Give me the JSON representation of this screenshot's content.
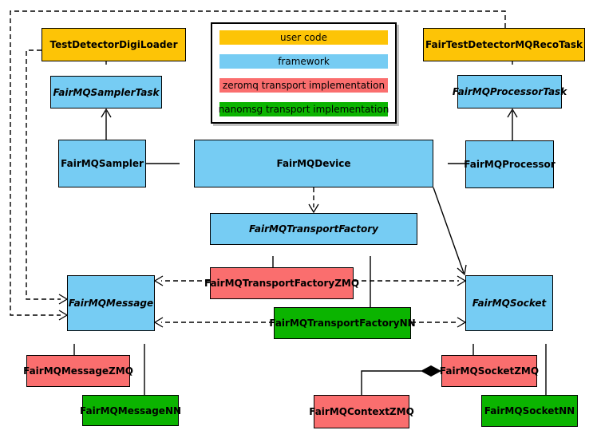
{
  "legend": {
    "items": [
      {
        "label": "user code",
        "color": "#fdc406"
      },
      {
        "label": "framework",
        "color": "#76ccf3"
      },
      {
        "label": "zeromq transport implementation",
        "color": "#fa6e6e"
      },
      {
        "label": "nanomsg transport implementation",
        "color": "#0bb400"
      }
    ]
  },
  "nodes": {
    "testDetectorDigiLoader": {
      "label": "TestDetectorDigiLoader",
      "category": "user code"
    },
    "fairTestDetectorMQRecoTask": {
      "label": "FairTestDetectorMQRecoTask",
      "category": "user code"
    },
    "fairMQSamplerTask": {
      "label": "FairMQSamplerTask",
      "category": "framework",
      "abstract": true
    },
    "fairMQProcessorTask": {
      "label": "FairMQProcessorTask",
      "category": "framework",
      "abstract": true
    },
    "fairMQSampler": {
      "label": "FairMQSampler",
      "category": "framework"
    },
    "fairMQDevice": {
      "label": "FairMQDevice",
      "category": "framework"
    },
    "fairMQProcessor": {
      "label": "FairMQProcessor",
      "category": "framework"
    },
    "fairMQTransportFactory": {
      "label": "FairMQTransportFactory",
      "category": "framework",
      "abstract": true
    },
    "fairMQTransportFactoryZMQ": {
      "label": "FairMQTransportFactoryZMQ",
      "category": "zeromq"
    },
    "fairMQTransportFactoryNN": {
      "label": "FairMQTransportFactoryNN",
      "category": "nanomsg"
    },
    "fairMQMessage": {
      "label": "FairMQMessage",
      "category": "framework",
      "abstract": true
    },
    "fairMQSocket": {
      "label": "FairMQSocket",
      "category": "framework",
      "abstract": true
    },
    "fairMQMessageZMQ": {
      "label": "FairMQMessageZMQ",
      "category": "zeromq"
    },
    "fairMQMessageNN": {
      "label": "FairMQMessageNN",
      "category": "nanomsg"
    },
    "fairMQSocketZMQ": {
      "label": "FairMQSocketZMQ",
      "category": "zeromq"
    },
    "fairMQSocketNN": {
      "label": "FairMQSocketNN",
      "category": "nanomsg"
    },
    "fairMQContextZMQ": {
      "label": "FairMQContextZMQ",
      "category": "zeromq"
    }
  },
  "edges": [
    {
      "from": "TestDetectorDigiLoader",
      "to": "FairMQSamplerTask",
      "type": "inheritance"
    },
    {
      "from": "FairTestDetectorMQRecoTask",
      "to": "FairMQProcessorTask",
      "type": "inheritance"
    },
    {
      "from": "FairMQSampler",
      "to": "FairMQSamplerTask",
      "type": "association"
    },
    {
      "from": "FairMQProcessor",
      "to": "FairMQProcessorTask",
      "type": "association"
    },
    {
      "from": "FairMQSampler",
      "to": "FairMQDevice",
      "type": "inheritance"
    },
    {
      "from": "FairMQProcessor",
      "to": "FairMQDevice",
      "type": "inheritance"
    },
    {
      "from": "FairMQDevice",
      "to": "FairMQTransportFactory",
      "type": "dependency"
    },
    {
      "from": "FairMQDevice",
      "to": "FairMQSocket",
      "type": "association"
    },
    {
      "from": "FairMQTransportFactoryZMQ",
      "to": "FairMQTransportFactory",
      "type": "inheritance"
    },
    {
      "from": "FairMQTransportFactoryNN",
      "to": "FairMQTransportFactory",
      "type": "inheritance"
    },
    {
      "from": "FairMQTransportFactoryZMQ",
      "to": "FairMQMessage",
      "type": "dependency"
    },
    {
      "from": "FairMQTransportFactoryZMQ",
      "to": "FairMQSocket",
      "type": "dependency"
    },
    {
      "from": "FairMQTransportFactoryNN",
      "to": "FairMQMessage",
      "type": "dependency"
    },
    {
      "from": "FairMQTransportFactoryNN",
      "to": "FairMQSocket",
      "type": "dependency"
    },
    {
      "from": "TestDetectorDigiLoader",
      "to": "FairMQMessage",
      "type": "dependency"
    },
    {
      "from": "FairTestDetectorMQRecoTask",
      "to": "FairMQMessage",
      "type": "dependency"
    },
    {
      "from": "FairMQMessageZMQ",
      "to": "FairMQMessage",
      "type": "inheritance"
    },
    {
      "from": "FairMQMessageNN",
      "to": "FairMQMessage",
      "type": "inheritance"
    },
    {
      "from": "FairMQSocketZMQ",
      "to": "FairMQSocket",
      "type": "inheritance"
    },
    {
      "from": "FairMQSocketNN",
      "to": "FairMQSocket",
      "type": "inheritance"
    },
    {
      "from": "FairMQContextZMQ",
      "to": "FairMQSocketZMQ",
      "type": "composition"
    }
  ]
}
